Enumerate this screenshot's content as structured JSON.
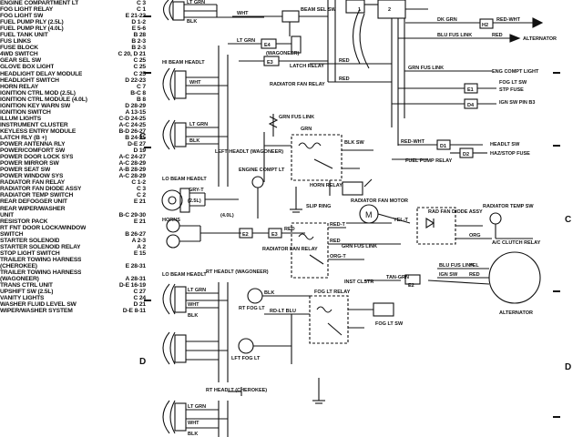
{
  "index": [
    {
      "label": "ENGINE COMPARTMENT LT",
      "ref": "C 3"
    },
    {
      "label": "FOG LIGHT RELAY",
      "ref": "C 1"
    },
    {
      "label": "FOG LIGHT SW",
      "ref": "E 21-22"
    },
    {
      "label": "FUEL PUMP RLY (2.5L)",
      "ref": "D 1-2"
    },
    {
      "label": "FUEL PUMP RLY (4.0L)",
      "ref": "E 5-6"
    },
    {
      "label": "FUEL TANK UNIT",
      "ref": "B 28"
    },
    {
      "label": "FUS LINKS",
      "ref": "B 2-3"
    },
    {
      "label": "FUSE BLOCK",
      "ref": "B 2-3"
    },
    {
      "label": "4WD SWITCH",
      "ref": "C 20, D 21"
    },
    {
      "label": "GEAR SEL SW",
      "ref": "C 25"
    },
    {
      "label": "GLOVE BOX LIGHT",
      "ref": "C 25"
    },
    {
      "label": "HEADLIGHT DELAY MODULE",
      "ref": "C 25"
    },
    {
      "label": "HEADLIGHT SWITCH",
      "ref": "D 22-23"
    },
    {
      "label": "HORN RELAY",
      "ref": "C 7"
    },
    {
      "label": "IGNITION CTRL MOD (2.5L)",
      "ref": "B-C 8"
    },
    {
      "label": "IGNITION CTRL MODULE (4.0L)",
      "ref": "B 8"
    },
    {
      "label": "IGNITION KEY WARN SW",
      "ref": "D 28-29"
    },
    {
      "label": "IGNITION SWITCH",
      "ref": "A 13-15"
    },
    {
      "label": "ILLUM LIGHTS",
      "ref": "C-D 24-25"
    },
    {
      "label": "INSTRUMENT CLUSTER",
      "ref": "A-C 24-25"
    },
    {
      "label": "KEYLESS ENTRY MODULE",
      "ref": "B-D 26-27"
    },
    {
      "label": "LATCH RLY (B +)",
      "ref": "B 24-25"
    },
    {
      "label": "POWER ANTENNA RLY",
      "ref": "D-E 27"
    },
    {
      "label": "POWER/COMFORT SW",
      "ref": "D 19"
    },
    {
      "label": "POWER DOOR LOCK SYS",
      "ref": "A-C 24-27"
    },
    {
      "label": "POWER MIRROR SW",
      "ref": "A-C 28-29"
    },
    {
      "label": "POWER SEAT SW",
      "ref": "A-B 28-29"
    },
    {
      "label": "POWER WINDOW SYS",
      "ref": "A-C 28-29"
    },
    {
      "label": "RADIATOR FAN RELAY",
      "ref": "C 1-2"
    },
    {
      "label": "RADIATOR FAN DIODE ASSY",
      "ref": "C 3"
    },
    {
      "label": "RADIATOR TEMP SWITCH",
      "ref": "C 2"
    },
    {
      "label": "REAR DEFOGGER UNIT",
      "ref": "E 21"
    },
    {
      "label": "REAR WIPER/WASHER",
      "ref": ""
    },
    {
      "label": "   UNIT",
      "ref": "B-C 29-30"
    },
    {
      "label": "RESISTOR PACK",
      "ref": "E 21"
    },
    {
      "label": "RT FNT DOOR LOCK/WINDOW",
      "ref": ""
    },
    {
      "label": "   SWITCH",
      "ref": "B 26-27"
    },
    {
      "label": "STARTER SOLENOID",
      "ref": "A 2-3"
    },
    {
      "label": "STARTER SOLENOID RELAY",
      "ref": "A 2"
    },
    {
      "label": "STOP LIGHT SWITCH",
      "ref": "E 15"
    },
    {
      "label": "TRAILER TOWING HARNESS",
      "ref": ""
    },
    {
      "label": "   (CHEROKEE)",
      "ref": "E 28-31"
    },
    {
      "label": "TRAILER TOWING HARNESS",
      "ref": ""
    },
    {
      "label": "   (WAGONEER)",
      "ref": "A 28-31"
    },
    {
      "label": "TRANS CTRL UNIT",
      "ref": "D-E 16-19"
    },
    {
      "label": "UPSHIFT SW (2.5L)",
      "ref": "C 27"
    },
    {
      "label": "VANITY LIGHTS",
      "ref": "C 24"
    },
    {
      "label": "WASHER FLUID LEVEL SW",
      "ref": "D 21"
    },
    {
      "label": "WIPER/WASHER SYSTEM",
      "ref": "D-E 8-11"
    }
  ],
  "zones": {
    "c_left": "C",
    "d_left": "D",
    "c_right": "C",
    "d_right": "D"
  },
  "labels": {
    "lt_grn_top": "LT GRN",
    "blk_top": "BLK",
    "wht_top": "WHT",
    "beam_sel_sw": "BEAM SEL SW",
    "lt_grn_wagoneer": "LT GRN",
    "wagoneer": "(WAGONEER)",
    "hi_beam_headlt": "HI BEAM HEADLT",
    "e3": "E3",
    "e4": "E4",
    "wht_mid": "WHT",
    "lt_grn_mid": "LT GRN",
    "blk_mid": "BLK",
    "latch_relay": "LATCH RELAY",
    "red_latch": "RED",
    "radiator_fan_relay": "RADIATOR FAN RELAY",
    "red_rad": "RED",
    "grn_fus_link": "GRN FUS LINK",
    "left_headlt": "LEFT HEADLT (WAGONEER)",
    "engine_compt_lt": "ENGINE COMPT LT",
    "horn_relay": "HORN RELAY",
    "slip_ring": "SLIP RING",
    "grn_horn": "GRN",
    "blk_sw": "BLK SW",
    "horns": "HORNS",
    "grn_horn2": "GRN",
    "lo_beam_headlt": "LO BEAM HEADLT",
    "gry_t": "GRY-T",
    "four_l": "(4.0L)",
    "two_five_l": "(2.5L)",
    "e2": "E2",
    "e3b": "E3",
    "red_e3": "RED",
    "blu_fus_link": "BLU FUS LINK",
    "red_top": "RED",
    "alternator_top": "ALTERNATOR",
    "grn_fus_link2": "GRN FUS LINK",
    "eng_compt_light": "ENG COMPT LIGHT",
    "e1": "E1",
    "fog_lt_sw": "FOG LT SW",
    "stp_fuse": "STP FUSE",
    "d4": "D4",
    "ign_sw_pin": "IGN SW PIN B3",
    "d1": "D1",
    "d2": "D2",
    "h2": "H2",
    "dk_grn": "DK GRN",
    "red_wht": "RED-WHT",
    "red_headlt_sw": "HEADLT SW",
    "haz_stop_fuse": "HAZ/STOP FUSE",
    "fuel_pump_relay": "FUEL PUMP RELAY",
    "red_wht_d1": "RED-WHT",
    "radiator_fan_motor": "RADIATOR FAN MOTOR",
    "rad_fan_diode": "RAD FAN DIODE ASSY",
    "radiator_temp_sw": "RADIATOR TEMP SW",
    "org": "ORG",
    "ac_clutch": "A/C CLUTCH RELAY",
    "red_t": "RED-T",
    "yel_t": "YEL-T",
    "grn_fus_link3": "GRN FUS LINK",
    "radiator_fan_relay2": "RADIATOR FAN RELAY",
    "red_relay": "RED",
    "org_t": "ORG-T",
    "blu_fus_link2": "BLU FUS LINK",
    "ign_sw2": "IGN SW",
    "yel": "YEL",
    "red_alt": "RED",
    "tan_grn": "TAN-GRN",
    "insp_clstr": "INST CLSTR",
    "e2b": "E2",
    "alternator": "ALTERNATOR",
    "lo_beam_headlt2": "LO BEAM HEADLT",
    "rt_headlt": "RT HEADLT (WAGONEER)",
    "lt_grn_lo": "LT GRN",
    "wht_lo": "WHT",
    "blk_lo": "BLK",
    "fog_lt_relay": "FOG LT RELAY",
    "rt_fog_lt": "RT FOG LT",
    "red_lt_blu": "RD-LT BLU",
    "fog_lt_sw2": "FOG LT SW",
    "lft_fog_lt": "LFT FOG LT",
    "blk_fog": "BLK",
    "rt_headlt2": "RT HEADLT (CHEROKEE)",
    "lt_grn_bot": "LT GRN",
    "wht_bot": "WHT",
    "blk_bot": "BLK",
    "one_top": "1",
    "two_top": "2"
  }
}
